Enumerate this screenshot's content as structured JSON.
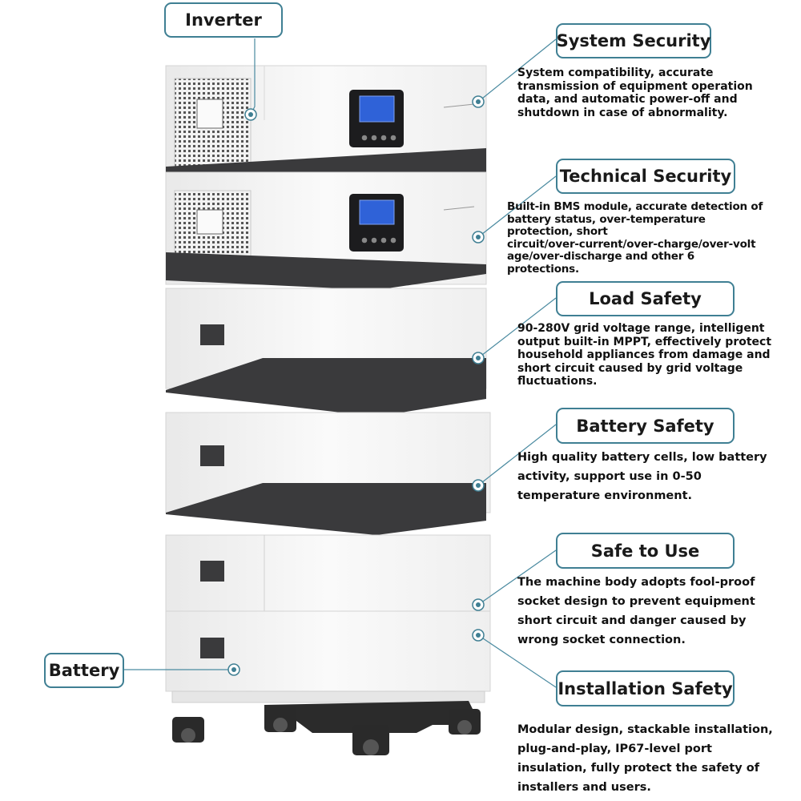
{
  "labels": {
    "inverter": "Inverter",
    "battery": "Battery",
    "system_security": "System Security",
    "technical_security": "Technical Security",
    "load_safety": "Load Safety",
    "battery_safety": "Battery Safety",
    "safe_to_use": "Safe to Use",
    "installation_safety": "Installation Safety"
  },
  "descriptions": {
    "system_security": [
      "System compatibility, accurate",
      "transmission of equipment operation",
      "data, and automatic power-off and",
      "shutdown in case of abnormality."
    ],
    "technical_security": [
      "Built-in BMS module, accurate detection of",
      "battery status, over-temperature",
      "protection, short",
      "circuit/over-current/over-charge/over-volt",
      "age/over-discharge and other 6",
      "protections."
    ],
    "load_safety": [
      "90-280V grid voltage range, intelligent",
      "output built-in MPPT, effectively protect",
      "household appliances from damage and",
      "short circuit caused by grid voltage",
      "fluctuations."
    ],
    "battery_safety": [
      "High quality battery cells, low battery",
      "activity, support use in 0-50",
      "temperature environment."
    ],
    "safe_to_use": [
      "The machine body adopts fool-proof",
      "socket design to prevent equipment",
      "short circuit and danger caused by",
      "wrong socket connection."
    ],
    "installation_safety": [
      "Modular design, stackable installation,",
      "plug-and-play, IP67-level port",
      "insulation, fully protect the safety of",
      "installers and users."
    ]
  },
  "colors": {
    "callout_border": "#3f7f93",
    "leader_line": "#4a8aa0",
    "module_body": "#f4f4f4",
    "module_bottom": "#3a3a3c",
    "lcd_screen": "#2f62d8"
  }
}
